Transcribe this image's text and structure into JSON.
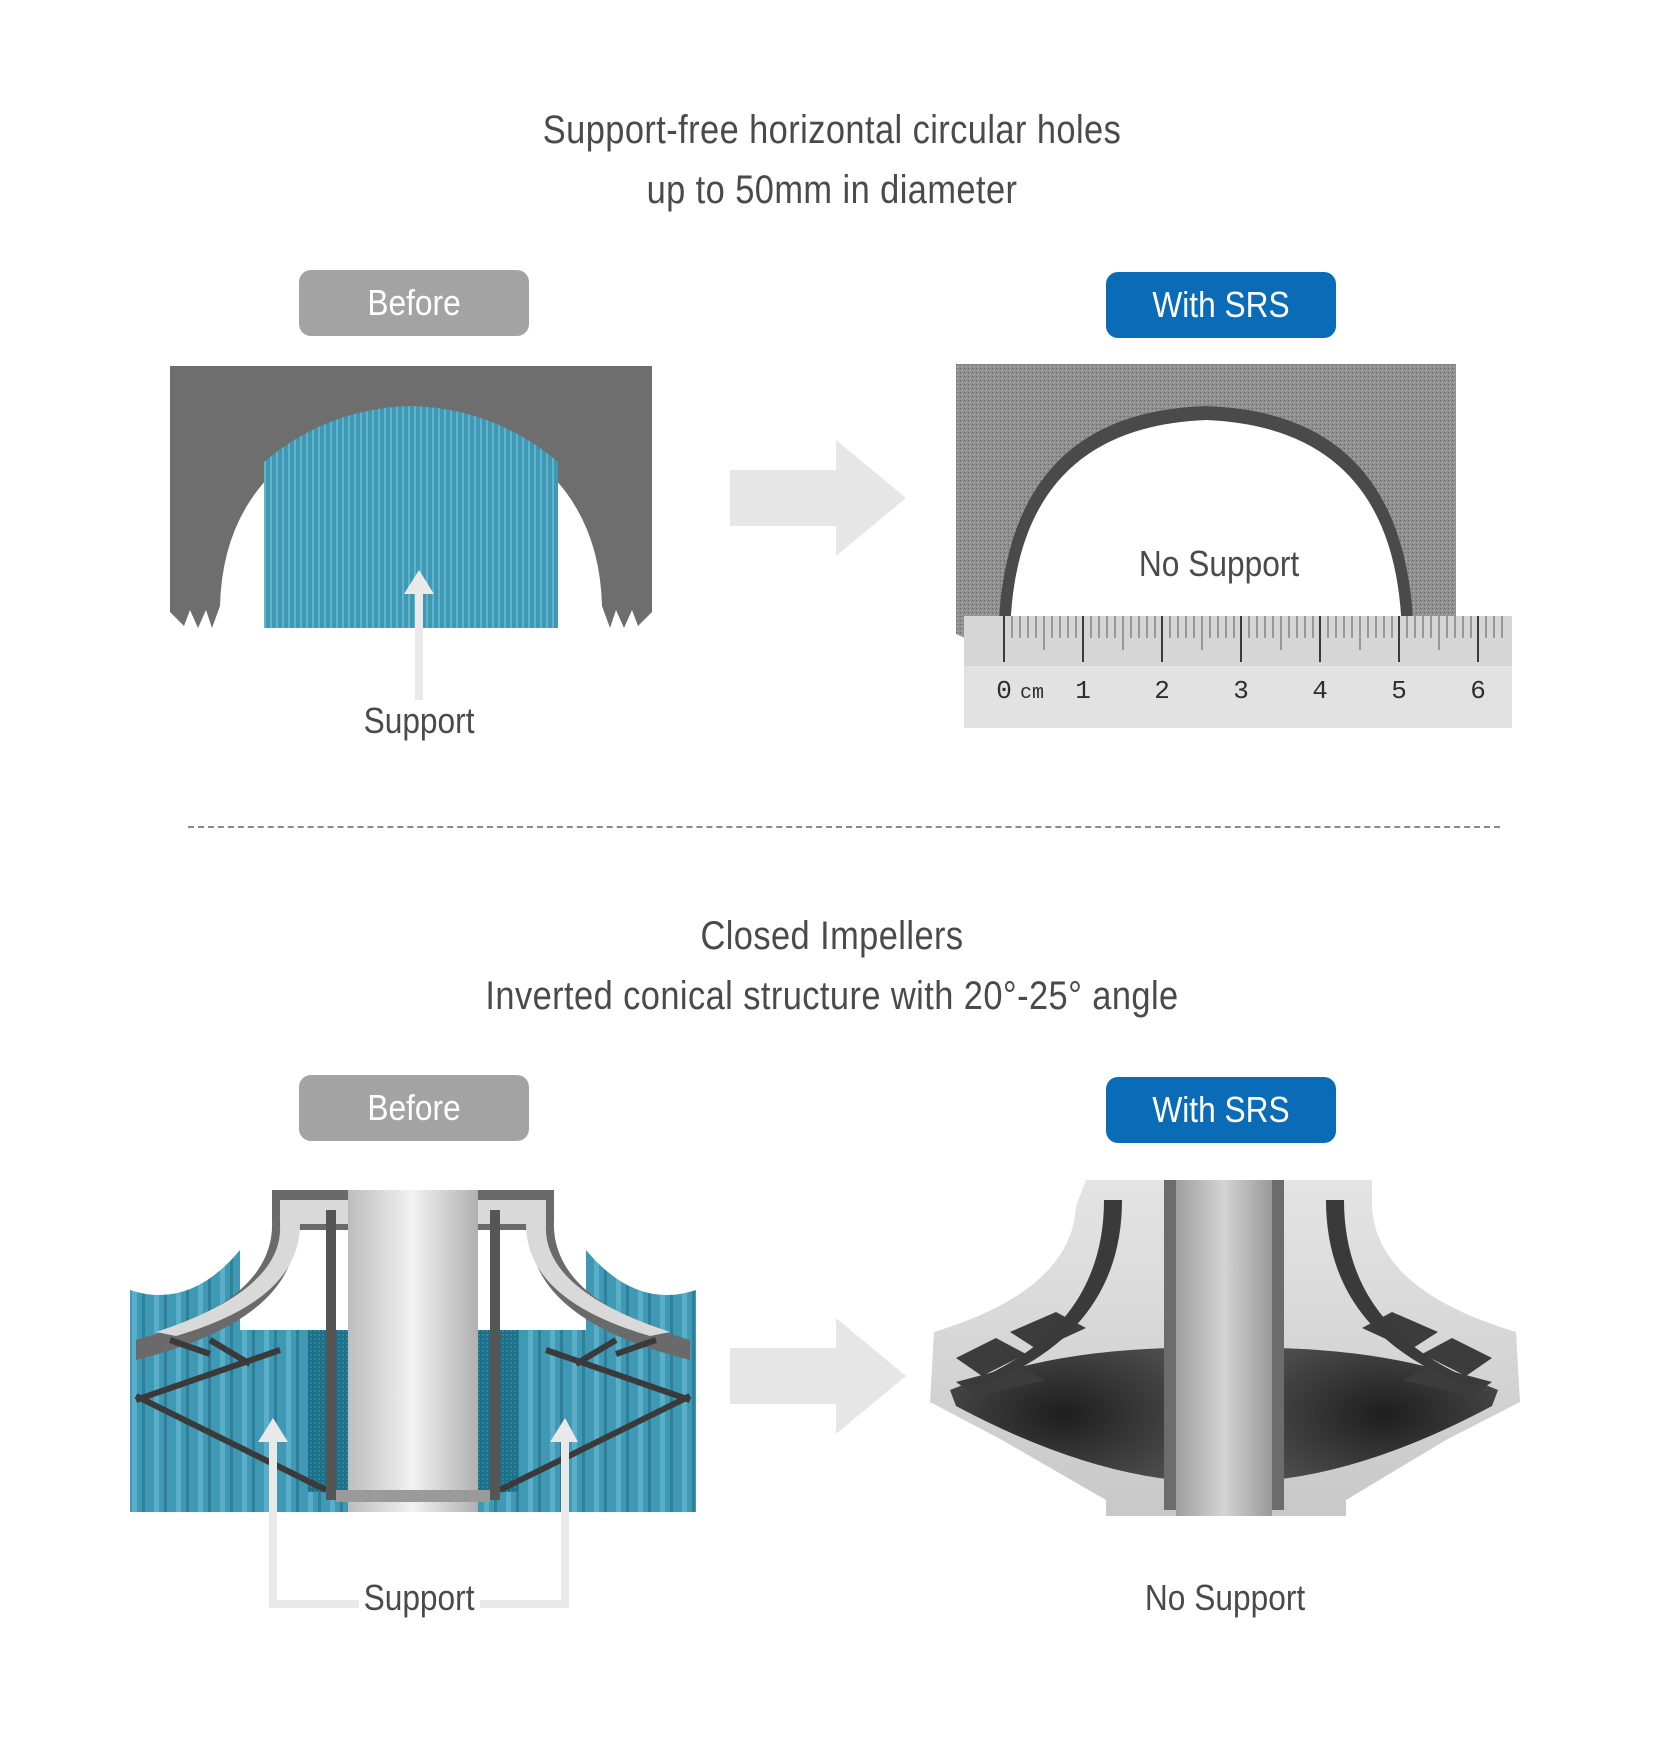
{
  "section1": {
    "title_line1": "Support-free horizontal circular holes",
    "title_line2": "up to 50mm in diameter",
    "before_label": "Before",
    "after_label": "With SRS",
    "support_label": "Support",
    "no_support_label": "No Support",
    "ruler_unit": "cm",
    "ruler_numbers": [
      "0",
      "1",
      "2",
      "3",
      "4",
      "5",
      "6"
    ]
  },
  "section2": {
    "title_line1": "Closed Impellers",
    "title_line2": "Inverted conical structure with 20°-25° angle",
    "before_label": "Before",
    "after_label": "With SRS",
    "support_label": "Support",
    "no_support_label": "No Support"
  },
  "colors": {
    "before_pill": "#a3a3a3",
    "srs_pill": "#0a6cb6",
    "support_teal": "#3f98b4",
    "part_gray": "#6e6e6e",
    "arrow_gray": "#e6e6e6"
  }
}
